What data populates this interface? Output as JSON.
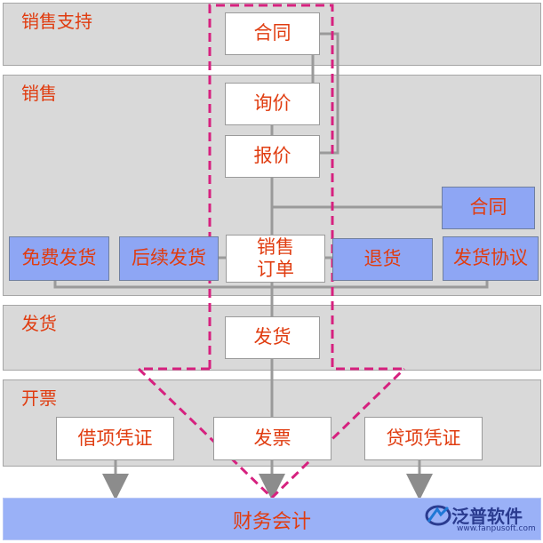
{
  "bands": {
    "sales_support": "销售支持",
    "sales": "销售",
    "shipping": "发货",
    "invoicing": "开票"
  },
  "nodes": {
    "contract_top": "合同",
    "inquiry": "询价",
    "quotation": "报价",
    "contract_right": "合同",
    "free_shipping": "免费发货",
    "follow_up_shipping": "后续发货",
    "sales_order_line1": "销售",
    "sales_order_line2": "订单",
    "returns": "退货",
    "shipping_agreement": "发货协议",
    "shipping": "发货",
    "debit_voucher": "借项凭证",
    "invoice": "发票",
    "credit_voucher": "贷项凭证"
  },
  "footer": {
    "label": "财务会计",
    "logo_text": "泛普软件",
    "logo_url": "www.fanpusoft.com"
  },
  "colors": {
    "band_fill": "#d9d9d9",
    "white_node": "#ffffff",
    "blue_node": "#8ea6f4",
    "footer": "#9ab1f7",
    "text": "#e03c10",
    "dashed_outline": "#d6217f",
    "connector": "#9a9a9a"
  }
}
